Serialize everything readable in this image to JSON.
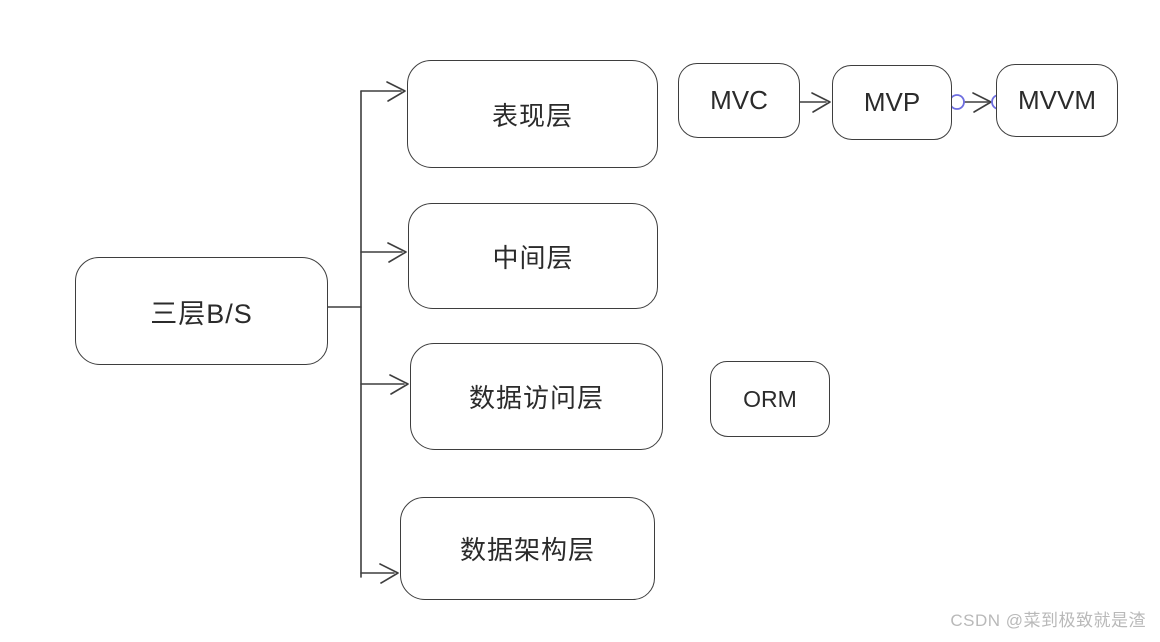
{
  "diagram": {
    "root": {
      "label": "三层B/S"
    },
    "layers": [
      {
        "label": "表现层"
      },
      {
        "label": "中间层"
      },
      {
        "label": "数据访问层"
      },
      {
        "label": "数据架构层"
      }
    ],
    "presentation_patterns": [
      {
        "label": "MVC"
      },
      {
        "label": "MVP"
      },
      {
        "label": "MVVM"
      }
    ],
    "data_access_pattern": {
      "label": "ORM"
    }
  },
  "watermark": {
    "text": "CSDN @菜到极致就是渣"
  },
  "colors": {
    "line": "#3e3e3e",
    "node_border": "#3e3e3e",
    "node_fill": "#ffffff",
    "text": "#2b2b2b",
    "connector_handle": "#6e6ee0",
    "watermark": "#b9b9b9",
    "background": "#ffffff"
  }
}
